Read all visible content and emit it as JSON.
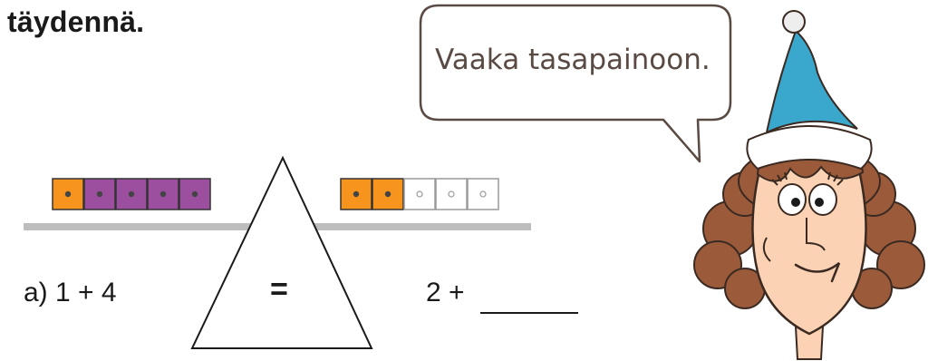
{
  "instruction": "täydennä.",
  "speech_bubble": {
    "text": "Vaaka tasapainoon."
  },
  "scale": {
    "left_pan": {
      "filled_blocks": [
        {
          "color": "#f7941d"
        },
        {
          "color": "#9b4f9e"
        },
        {
          "color": "#9b4f9e"
        },
        {
          "color": "#9b4f9e"
        },
        {
          "color": "#9b4f9e"
        }
      ]
    },
    "right_pan": {
      "filled_blocks": [
        {
          "color": "#f7941d"
        },
        {
          "color": "#f7941d"
        }
      ],
      "empty_blocks": 3
    }
  },
  "equation": {
    "part_label": "a)",
    "left_expression": "1 + 4",
    "sign": "=",
    "right_expression": "2 +",
    "left_text": "a) 1 + 4"
  },
  "colors": {
    "orange": "#f7941d",
    "purple": "#9b4f9e",
    "beam": "#bdbdbd",
    "hat": "#3aa8cc",
    "skin": "#fbd3b4",
    "hair": "#9b5b3b"
  },
  "icons": [
    "balance-scale-icon",
    "girl-character-icon"
  ]
}
